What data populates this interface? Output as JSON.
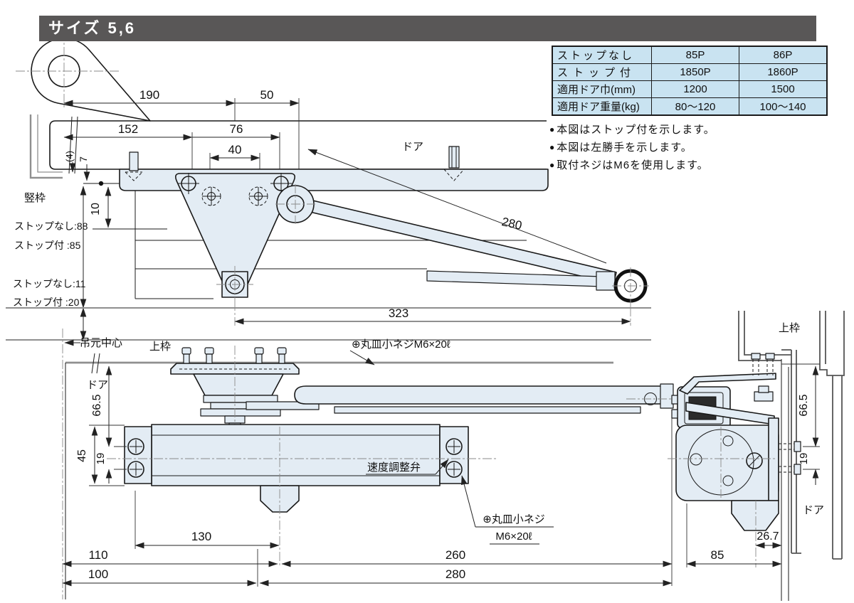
{
  "header": {
    "title": "サイズ 5,6"
  },
  "colors": {
    "header_bg": "#595757",
    "header_text": "#ffffff",
    "table_bg": "#c9e3f1",
    "diagram_fill": "#e3ecf4",
    "line": "#1a1a1a"
  },
  "spec_table": {
    "rows": [
      {
        "cells": [
          "ストップなし",
          "85P",
          "86P"
        ]
      },
      {
        "cells": [
          "ストップ付",
          "1850P",
          "1860P"
        ]
      },
      {
        "cells": [
          "適用ドア巾(mm)",
          "1200",
          "1500"
        ]
      },
      {
        "cells": [
          "適用ドア重量(kg)",
          "80〜120",
          "100〜140"
        ]
      }
    ]
  },
  "notes": {
    "bullet": "●",
    "items": [
      "本図はストップ付を示します。",
      "本図は左勝手を示します。",
      "取付ネジはM6を使用します。"
    ]
  },
  "top_view": {
    "door": "ドア",
    "frame": "竪枠",
    "d190": "190",
    "d50": "50",
    "d152": "152",
    "d76": "76",
    "d40": "40",
    "d4": "(4)",
    "d7": "7",
    "d10": "10",
    "d280": "280",
    "d323": "323",
    "stop_none_88": "ストップなし:88",
    "stop_with_85": "ストップ付 :85",
    "stop_none_11": "ストップなし:11",
    "stop_with_20": "ストップ付 :20"
  },
  "front_view": {
    "hinge_center": "吊元中心",
    "top_frame": "上枠",
    "door": "ドア",
    "screw_note": "⊕丸皿小ネジM6×20ℓ",
    "speed_valve": "速度調整弁",
    "screw_note2_line1": "⊕丸皿小ネジ",
    "screw_note2_line2": "M6×20ℓ",
    "d66_5": "66.5",
    "d45": "45",
    "d19": "19",
    "d130": "130",
    "d110": "110",
    "d260": "260",
    "d100": "100",
    "d280": "280"
  },
  "side_view": {
    "top_frame": "上枠",
    "door": "ドア",
    "d66_5": "66.5",
    "d19": "19",
    "d26_7": "26.7",
    "d85": "85"
  }
}
